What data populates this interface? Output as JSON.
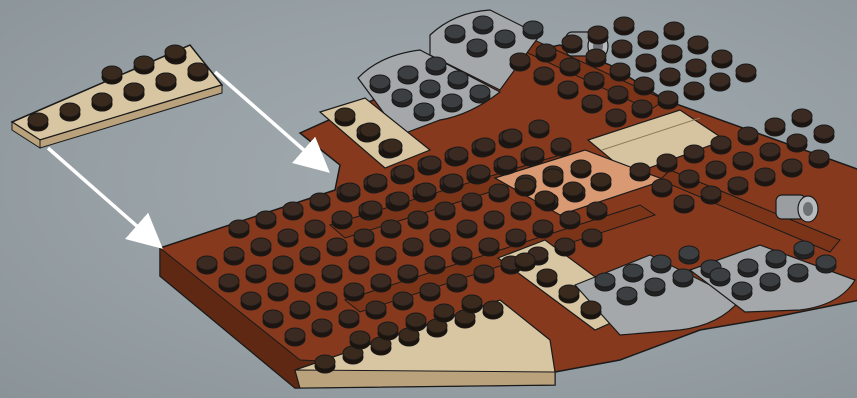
{
  "step": {
    "description": "",
    "colors": {
      "background": "#98a1a6",
      "reddish_brown": "#86391c",
      "tan": "#d8c6a2",
      "light_bluish_gray": "#a5a8aa",
      "dark_tan": "#c9ae86",
      "nougat": "#d99a73",
      "arrow": "#ffffff",
      "outline": "#1a1a1a",
      "stud_top_dark": "#2a1a12"
    },
    "callout_part": {
      "name": "wedge-plate-tan",
      "color": "#d8c6a2",
      "count": 1
    },
    "arrows": [
      {
        "name": "arrow-to-upper-slot"
      },
      {
        "name": "arrow-to-lower-slot"
      }
    ],
    "icons": [
      "lego-plate-icon",
      "arrow-icon",
      "clip-icon"
    ]
  }
}
